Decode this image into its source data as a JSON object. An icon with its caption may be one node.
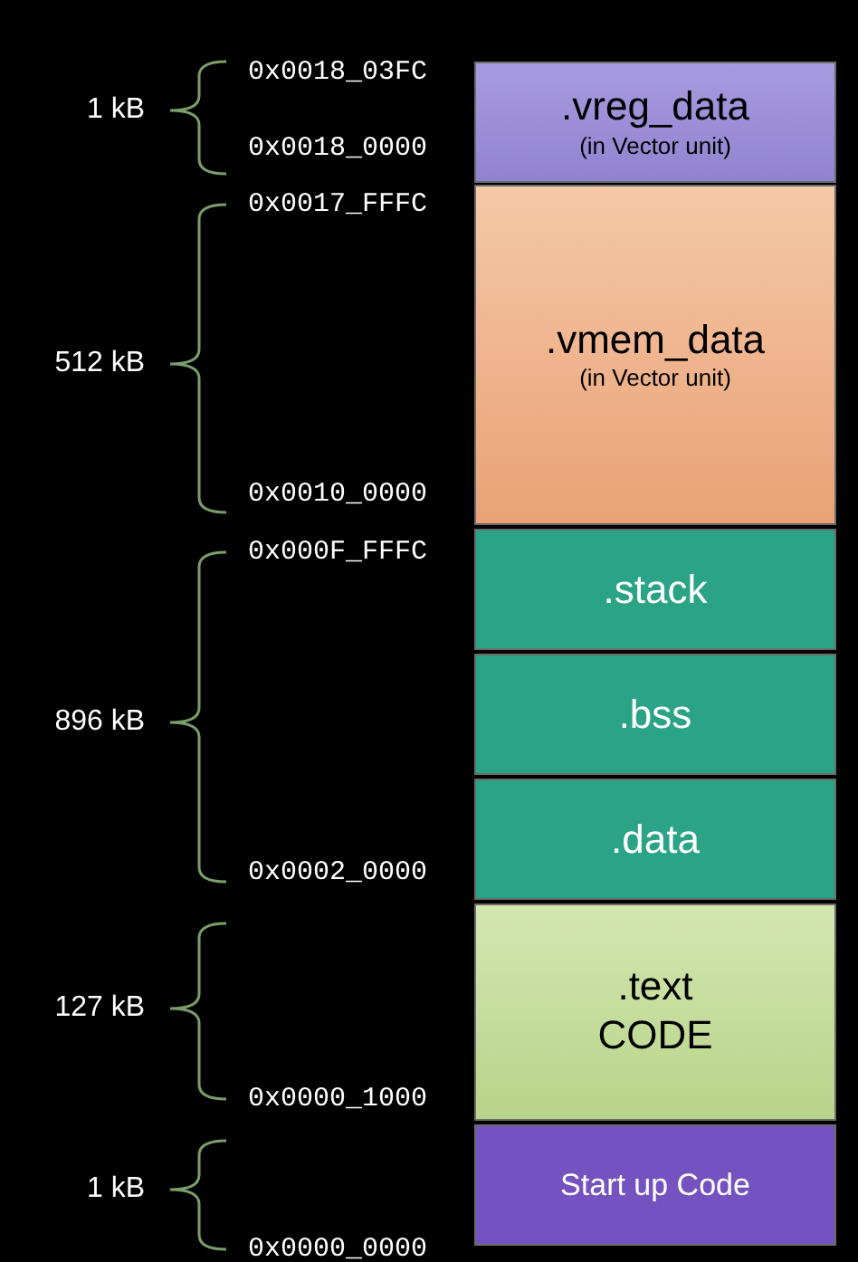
{
  "diagram": {
    "nodes": [
      {
        "text": [
          ".vreg_data",
          "(in Vector unit)"
        ]
      },
      {
        "text": [
          ".vmem_data",
          "(in Vector unit)"
        ]
      },
      {
        "text": [
          ".stack"
        ]
      },
      {
        "text": [
          ".bss"
        ]
      },
      {
        "text": [
          ".data"
        ]
      },
      {
        "text": [
          ".text",
          "CODE"
        ]
      },
      {
        "text": [
          "Start up Code"
        ]
      }
    ],
    "edges": [],
    "labels": [
      "0x0018_03FC",
      "1 kB",
      "0x0018_0000",
      "0x0017_FFFC",
      "512 kB",
      "0x0010_0000",
      "0x000F_FFFC",
      "896 kB",
      "0x0002_0000",
      "127 kB",
      "0x0000_1000",
      "1 kB",
      "0x0000_0000"
    ]
  }
}
